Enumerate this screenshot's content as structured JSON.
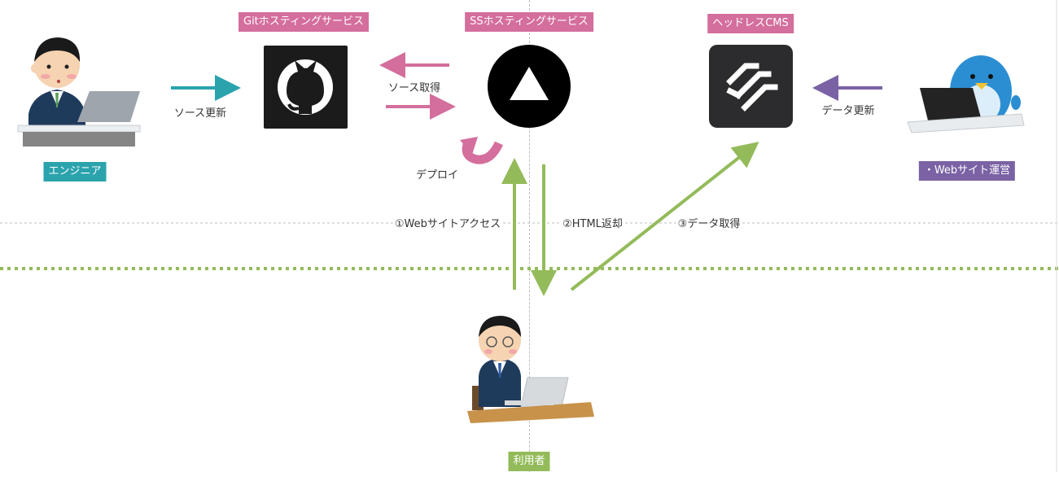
{
  "labels": {
    "engineer": "エンジニア",
    "git_hosting": "Gitホスティングサービス",
    "ss_hosting": "SSホスティングサービス",
    "headless_cms": "ヘッドレスCMS",
    "site_ops": "・Webサイト運営",
    "user": "利用者"
  },
  "flows": {
    "source_update": "ソース更新",
    "source_fetch": "ソース取得",
    "deploy": "デプロイ",
    "data_update": "データ更新",
    "site_access": "①Webサイトアクセス",
    "html_return": "②HTML返却",
    "data_fetch": "③データ取得"
  },
  "colors": {
    "teal": "#2ba3ad",
    "pink": "#d46e9c",
    "purple": "#7a62a4",
    "green": "#93bb5a",
    "dark_tile": "#1b1b1b",
    "cms_tile": "#2c2c2e"
  },
  "icons": {
    "git_hosting": "github-octocat-icon",
    "ss_hosting": "triangle-logo-icon",
    "headless_cms": "cms-stripes-logo-icon"
  }
}
